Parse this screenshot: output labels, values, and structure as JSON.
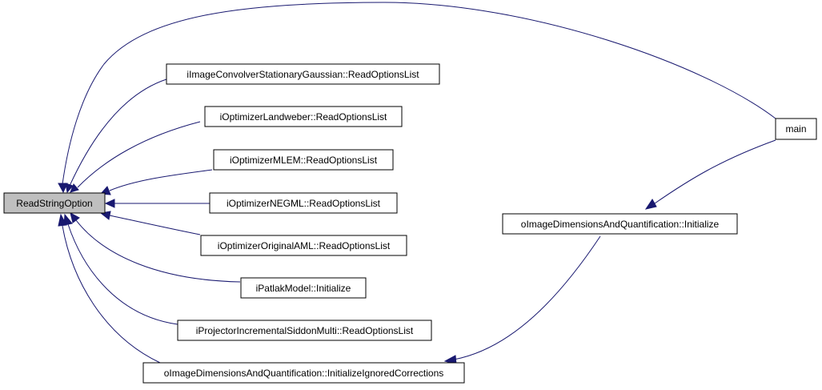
{
  "graph": {
    "nodes": {
      "root": "ReadStringOption",
      "n1": "iImageConvolverStationaryGaussian::ReadOptionsList",
      "n2": "iOptimizerLandweber::ReadOptionsList",
      "n3": "iOptimizerMLEM::ReadOptionsList",
      "n4": "iOptimizerNEGML::ReadOptionsList",
      "n5": "iOptimizerOriginalAML::ReadOptionsList",
      "n6": "iPatlakModel::Initialize",
      "n7": "iProjectorIncrementalSiddonMulti::ReadOptionsList",
      "n8": "oImageDimensionsAndQuantification::InitializeIgnoredCorrections",
      "n9": "oImageDimensionsAndQuantification::Initialize",
      "n10": "main"
    },
    "colors": {
      "edge": "#191970",
      "root_fill": "#bfbfbf",
      "node_fill": "#ffffff",
      "node_border": "#000000"
    }
  }
}
